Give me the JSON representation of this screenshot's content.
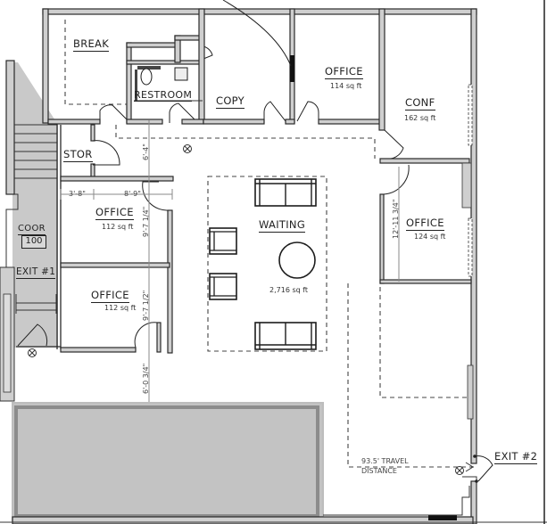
{
  "plan": {
    "type": "floor-plan",
    "rooms": [
      {
        "id": "break",
        "label": "BREAK",
        "area": null
      },
      {
        "id": "restroom",
        "label": "RESTROOM",
        "area": null
      },
      {
        "id": "copy",
        "label": "COPY",
        "area": null
      },
      {
        "id": "office_top",
        "label": "OFFICE",
        "area": "114 sq ft"
      },
      {
        "id": "conf",
        "label": "CONF",
        "area": "162 sq ft"
      },
      {
        "id": "stor",
        "label": "STOR",
        "area": null
      },
      {
        "id": "office_left_upper",
        "label": "OFFICE",
        "area": "112 sq ft"
      },
      {
        "id": "office_left_lower",
        "label": "OFFICE",
        "area": "112 sq ft"
      },
      {
        "id": "waiting",
        "label": "WAITING",
        "area": "2,716 sq ft"
      },
      {
        "id": "office_right",
        "label": "OFFICE",
        "area": "124 sq ft"
      }
    ],
    "corridor": {
      "label": "COOR",
      "number": "100"
    },
    "exits": [
      {
        "label": "EXIT #1"
      },
      {
        "label": "EXIT #2"
      }
    ],
    "travel": {
      "line1": "93.5' TRAVEL",
      "line2": "DISTANCE"
    },
    "dimensions": {
      "h_left": "3'-8\"",
      "h_right": "8'-9\"",
      "v_top": "6'-4\"",
      "v_office_upper": "9'-7 1/4\"",
      "v_office_lower": "9'-7 1/2\"",
      "v_bottom": "6'-0 3/4\"",
      "v_office_right": "12'-11 3/4\""
    }
  },
  "colors": {
    "wall_fill": "#cfcfcf",
    "line": "#2a2a2a",
    "block_fill": "#c3c3c3",
    "block_border": "#8c8c8c",
    "background": "#ffffff"
  }
}
